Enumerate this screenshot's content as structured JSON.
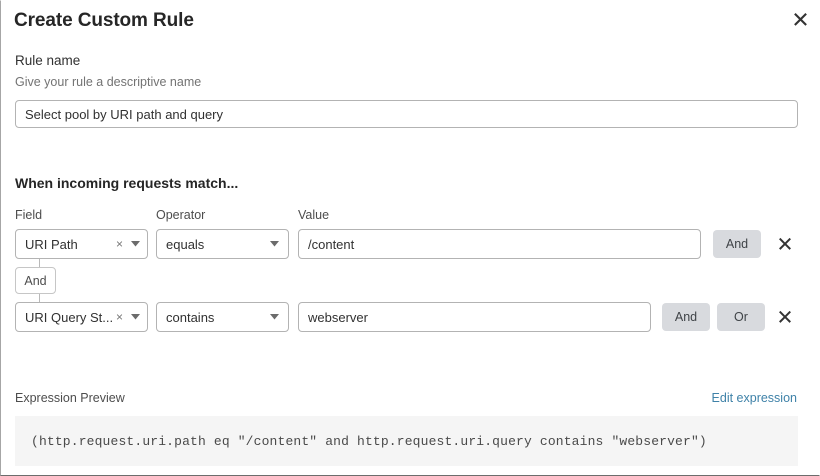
{
  "dialog": {
    "title": "Create Custom Rule",
    "close_icon": "close-icon"
  },
  "rule_name": {
    "label": "Rule name",
    "helper": "Give your rule a descriptive name",
    "value": "Select pool by URI path and query",
    "placeholder": ""
  },
  "match_section": {
    "heading": "When incoming requests match...",
    "columns": {
      "field": "Field",
      "operator": "Operator",
      "value": "Value"
    },
    "connector": {
      "label": "And"
    },
    "rows": [
      {
        "field": "URI Path",
        "field_clear_icon": "clear-x-icon",
        "field_caret_icon": "chevron-down-icon",
        "operator": "equals",
        "operator_caret_icon": "chevron-down-icon",
        "value": "/content",
        "buttons": [
          "And"
        ],
        "delete_icon": "close-icon"
      },
      {
        "field": "URI Query St...",
        "field_clear_icon": "clear-x-icon",
        "field_caret_icon": "chevron-down-icon",
        "operator": "contains",
        "operator_caret_icon": "chevron-down-icon",
        "value": "webserver",
        "buttons": [
          "And",
          "Or"
        ],
        "delete_icon": "close-icon"
      }
    ]
  },
  "expression_preview": {
    "label": "Expression Preview",
    "edit_link": "Edit expression",
    "expression": "(http.request.uri.path eq \"/content\" and http.request.uri.query contains \"webserver\")"
  },
  "colors": {
    "link": "#3f82a8",
    "pill_bg": "#d8dade",
    "code_bg": "#f5f5f5",
    "border": "#b3b3b3",
    "text": "#313131",
    "muted": "#737373"
  }
}
